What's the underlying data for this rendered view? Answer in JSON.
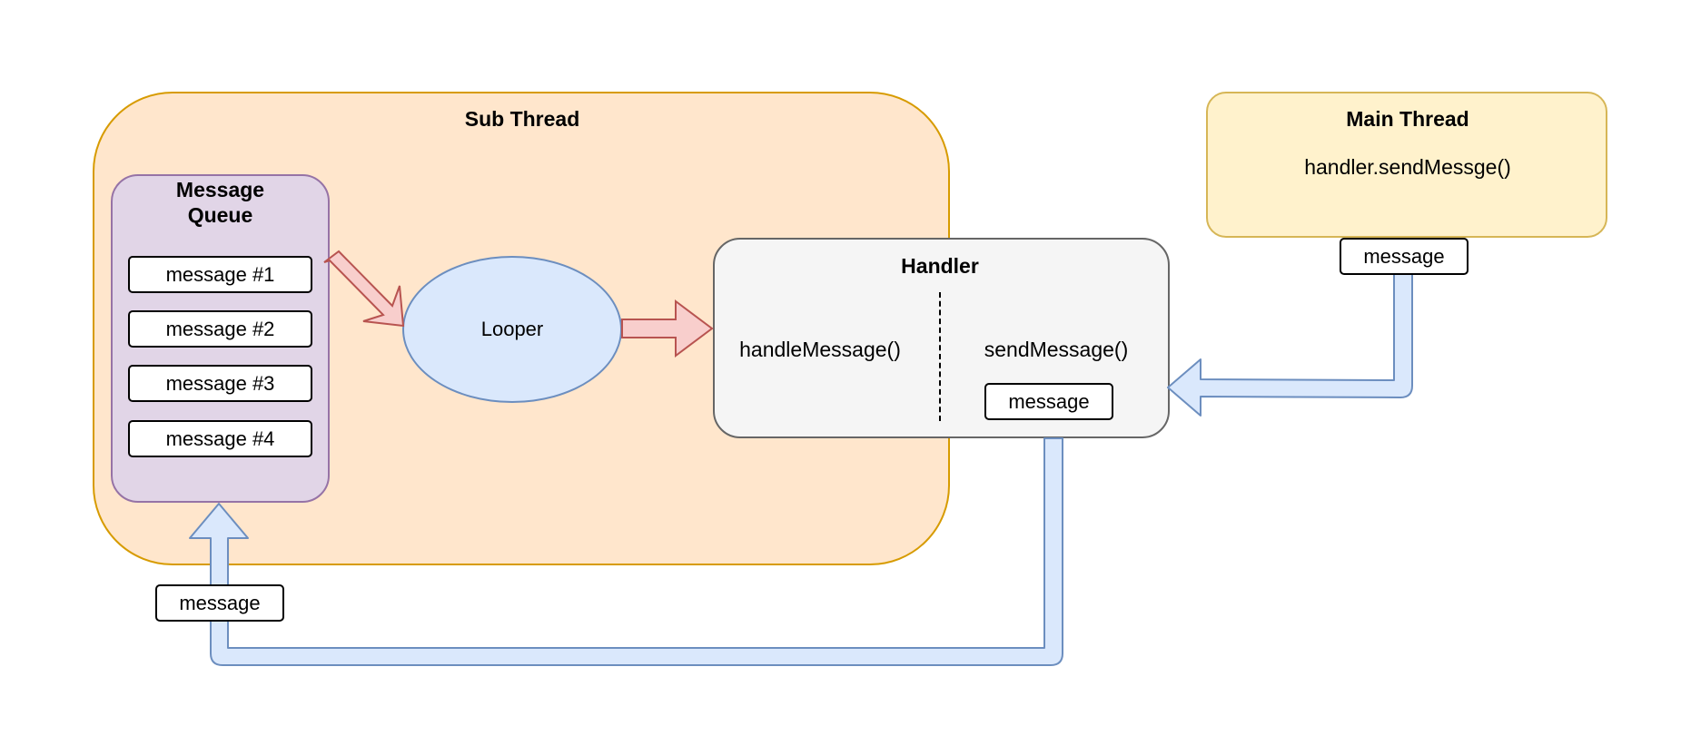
{
  "sub_thread": {
    "title": "Sub Thread"
  },
  "message_queue": {
    "title_line1": "Message",
    "title_line2": "Queue",
    "messages": [
      "message #1",
      "message #2",
      "message #3",
      "message #4"
    ]
  },
  "looper": {
    "label": "Looper"
  },
  "handler": {
    "title": "Handler",
    "handle_method": "handleMessage()",
    "send_method": "sendMessage()",
    "message": "message"
  },
  "main_thread": {
    "title": "Main Thread",
    "call": "handler.sendMessge()",
    "message": "message"
  },
  "return_message": "message",
  "colors": {
    "sub_thread_fill": "#ffe6cc",
    "sub_thread_stroke": "#d79b00",
    "main_thread_fill": "#fff2cc",
    "main_thread_stroke": "#d6b656",
    "queue_fill": "#e1d5e7",
    "queue_stroke": "#9673a6",
    "looper_fill": "#dae8fc",
    "looper_stroke": "#6c8ebf",
    "handler_fill": "#f5f5f5",
    "handler_stroke": "#666666",
    "red_arrow_fill": "#f8cecc",
    "red_arrow_stroke": "#b85450",
    "blue_arrow_fill": "#dae8fc",
    "blue_arrow_stroke": "#6c8ebf"
  }
}
